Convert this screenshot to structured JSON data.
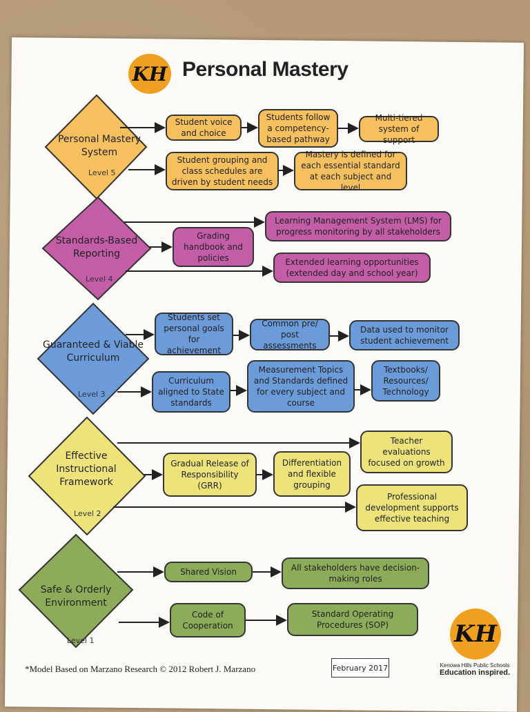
{
  "header": {
    "title": "Personal Mastery",
    "logo_text": "KH"
  },
  "colors": {
    "yellow": "#f6c05e",
    "magenta": "#c45da8",
    "blue": "#6b9bd8",
    "lemon": "#eee27a",
    "green": "#8dac5a"
  },
  "levels": [
    {
      "name": "Personal Mastery System",
      "level": "Level 5",
      "boxes": [
        "Student voice and choice",
        "Students follow a competency-based pathway",
        "Multi-tiered system of support",
        "Student grouping and class schedules are driven by student needs",
        "Mastery is defined for each essential standard at each subject and level"
      ]
    },
    {
      "name": "Standards-Based Reporting",
      "level": "Level 4",
      "boxes": [
        "Learning Management System (LMS) for progress monitoring by all stakeholders",
        "Grading handbook and policies",
        "Extended learning opportunities (extended day and school year)"
      ]
    },
    {
      "name": "Guaranteed & Viable Curriculum",
      "level": "Level 3",
      "boxes": [
        "Students set personal goals for achievement",
        "Common pre/ post assessments",
        "Data used to monitor student achievement",
        "Curriculum aligned to State standards",
        "Measurement Topics and Standards defined for every subject and course",
        "Textbooks/ Resources/ Technology"
      ]
    },
    {
      "name": "Effective Instructional Framework",
      "level": "Level 2",
      "boxes": [
        "Teacher evaluations focused on growth",
        "Gradual Release of Responsibility (GRR)",
        "Differentiation and flexible grouping",
        "Professional development supports effective teaching"
      ]
    },
    {
      "name": "Safe & Orderly Environment",
      "level": "Level 1",
      "boxes": [
        "Shared Vision",
        "All stakeholders have decision-making roles",
        "Code of Cooperation",
        "Standard Operating Procedures (SOP)"
      ]
    }
  ],
  "footer": {
    "note": "*Model Based on Marzano Research © 2012 Robert J. Marzano",
    "date": "February 2017",
    "school_name": "Kenowa Hills Public Schools",
    "tagline": "Education inspired."
  }
}
